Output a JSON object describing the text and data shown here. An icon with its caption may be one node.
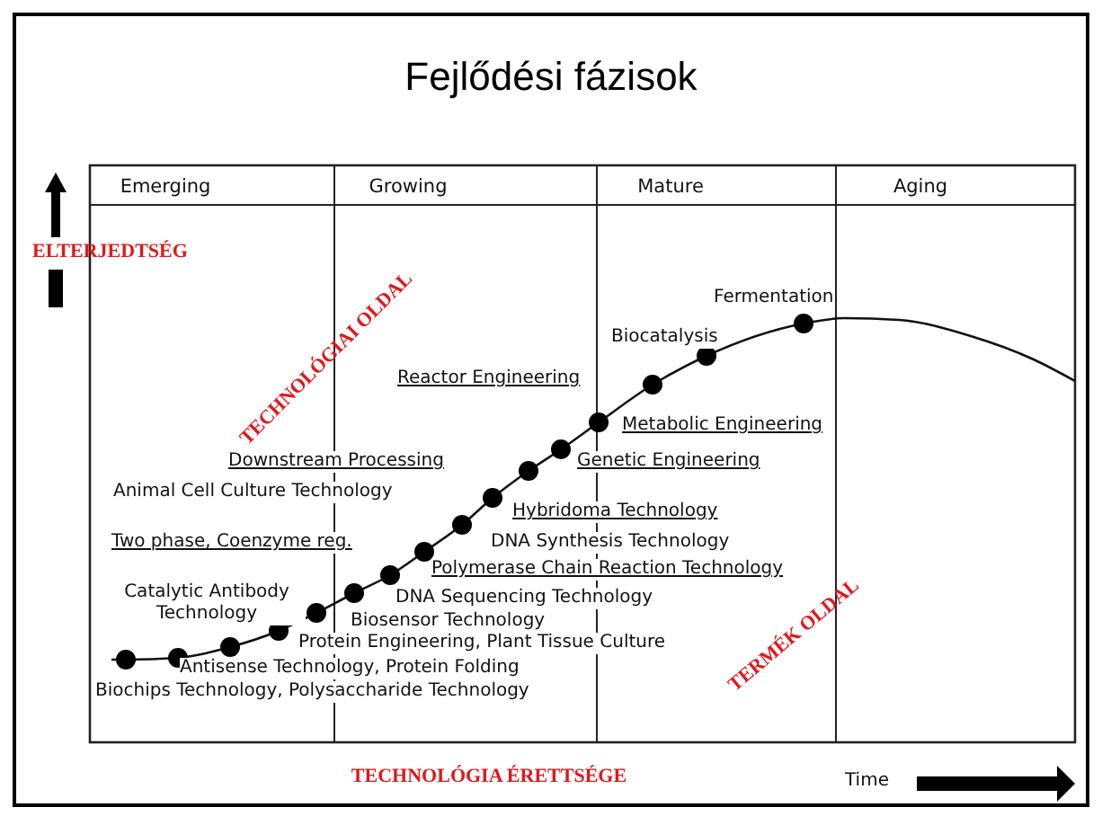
{
  "diagram": {
    "title": "Fejlődési fázisok",
    "labels": [
      "Emerging",
      "Growing",
      "Mature",
      "Aging",
      "ELTERJEDTSÉG",
      "Fermentation",
      "Biocatalysis",
      "TECHNOLÓGIAI OLDAL",
      "Reactor Engineering",
      "Metabolic Engineering",
      "Downstream Processing",
      "Genetic Engineering",
      "Animal Cell Culture Technology",
      "Hybridoma Technology",
      "Two phase, Coenzyme reg.",
      "DNA Synthesis Technology",
      "Polymerase Chain Reaction Technology",
      "Catalytic Antibody Technology",
      "DNA Sequencing Technology",
      "Biosensor Technology",
      "Protein Engineering, Plant Tissue Culture",
      "Antisense Technology, Protein Folding",
      "Biochips Technology, Polysaccharide Technology",
      "TERMÉK OLDAL",
      "TECHNOLÓGIA ÉRETTSÉGE",
      "Time"
    ]
  }
}
